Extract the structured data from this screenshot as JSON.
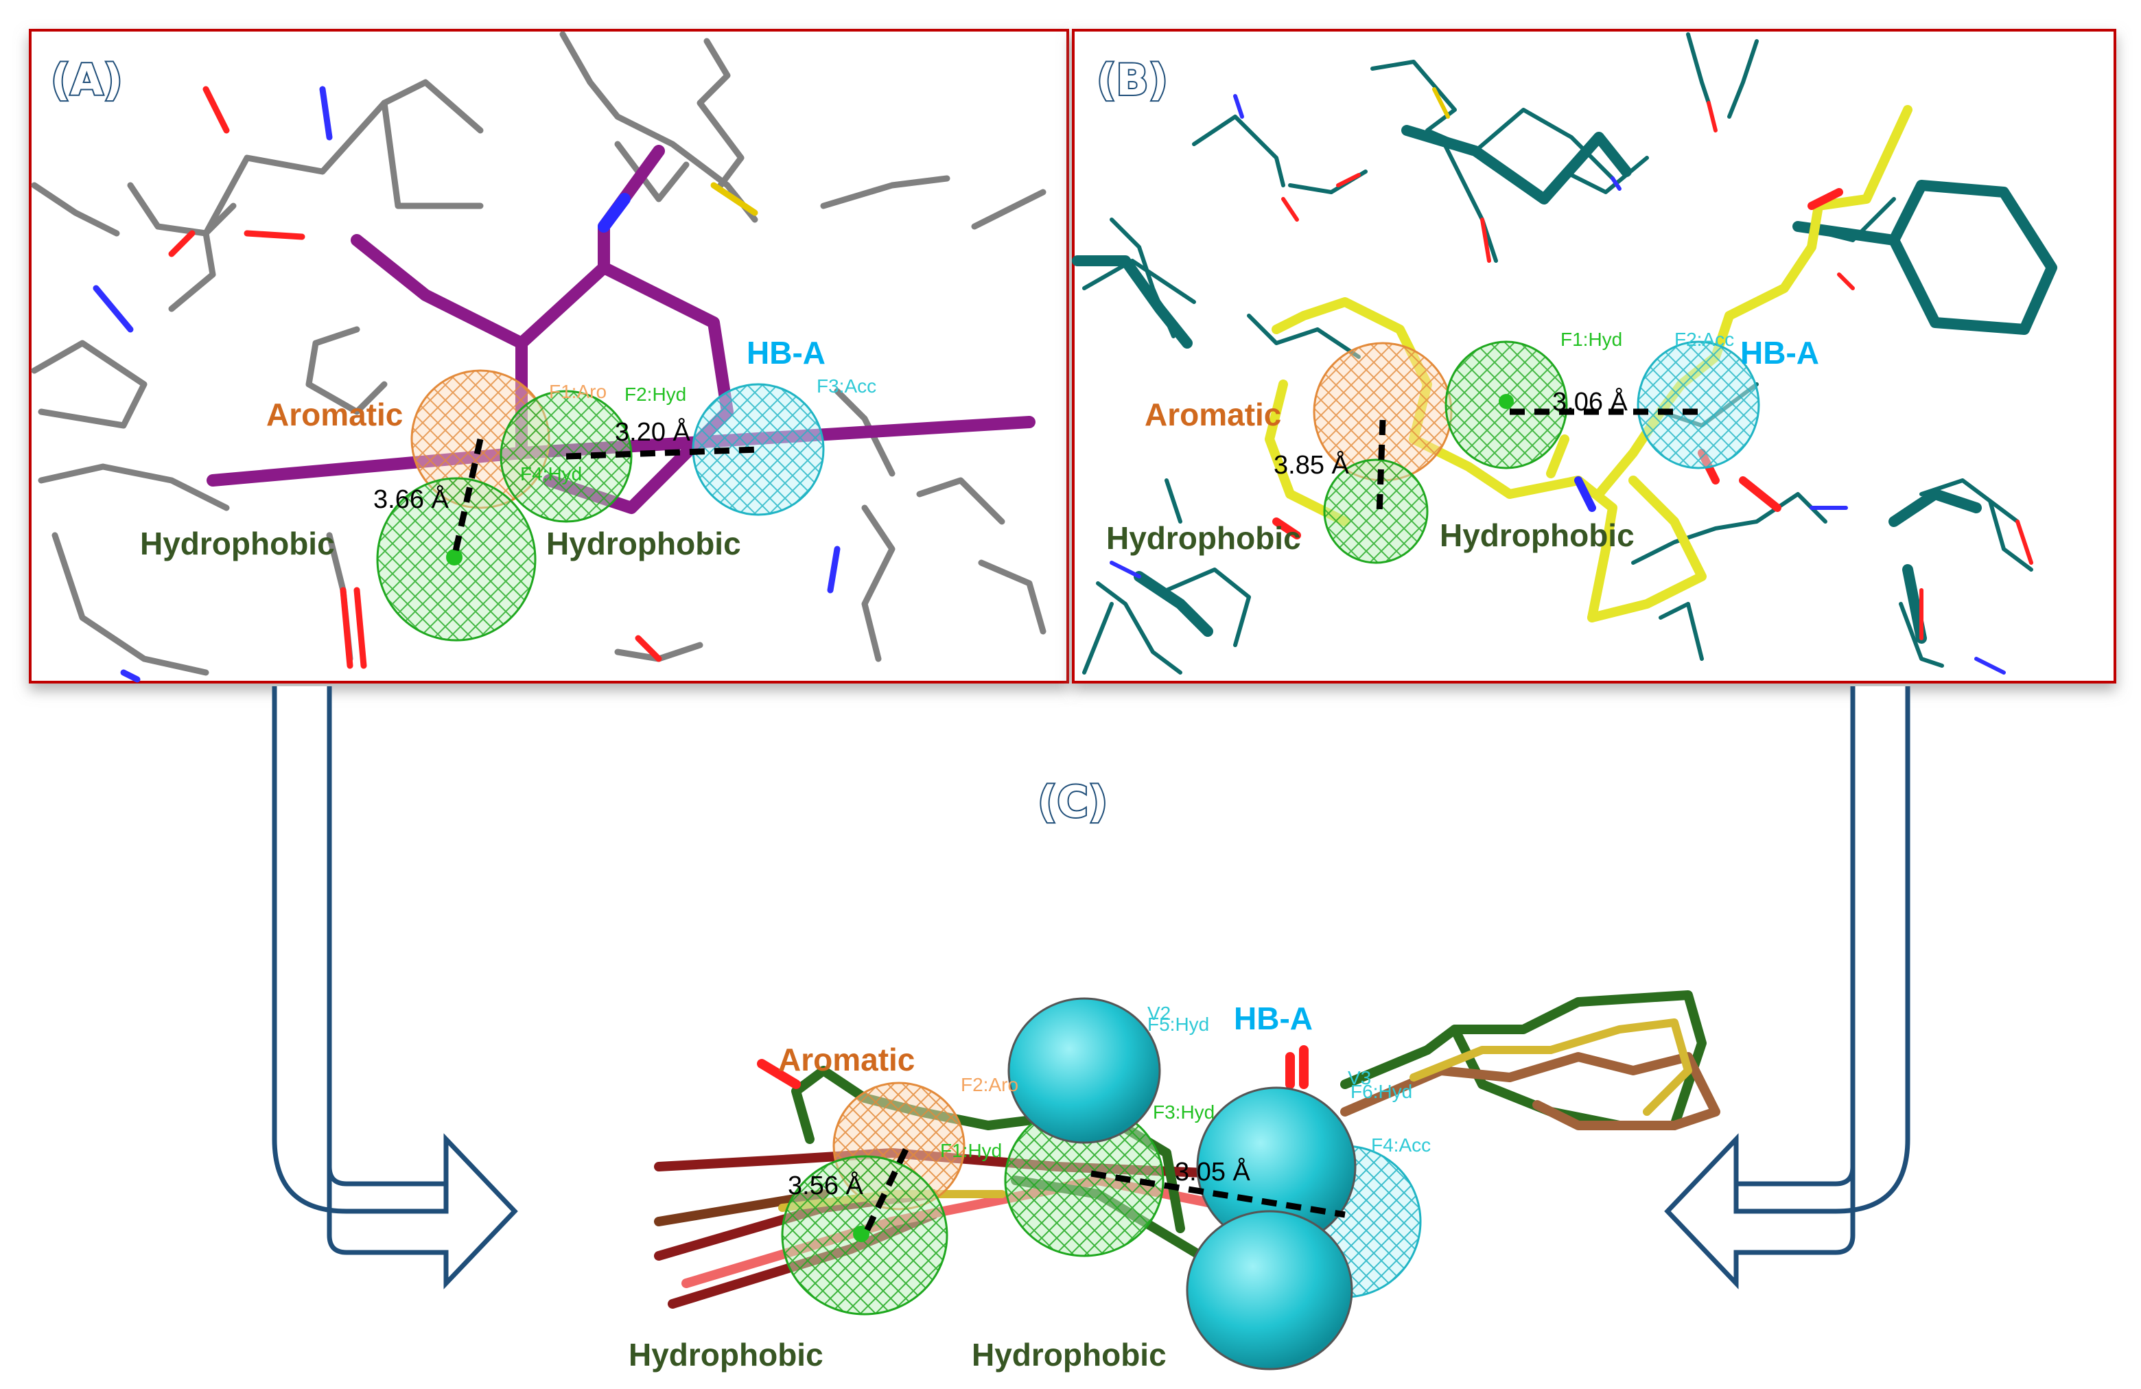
{
  "colors": {
    "panel_border": "#c00000",
    "arrow": "#1f4e79",
    "aromatic_label": "#d0691e",
    "hydrophobic_label": "#375623",
    "hba_label": "#00b0f0",
    "aromatic_sphere": "#f4a460",
    "hydrophobic_sphere": "#22c122",
    "acceptor_sphere": "#2fc9d6",
    "ligand_a": "#8b1a89",
    "ligand_b": "#e5e52a",
    "residue_a": "#777777",
    "residue_b": "#0e6c6c"
  },
  "panels": {
    "a": {
      "title": "(A)",
      "labels": {
        "aromatic": "Aromatic",
        "hydrophobic_left": "Hydrophobic",
        "hydrophobic_right": "Hydrophobic",
        "hba": "HB-A"
      },
      "tags": {
        "f1": "F1:Aro",
        "f2": "F2:Hyd",
        "f3": "F3:Acc",
        "f4": "F4:Hyd"
      },
      "distances": {
        "d1": "3.20 Å",
        "d2": "3.66 Å"
      }
    },
    "b": {
      "title": "(B)",
      "labels": {
        "aromatic": "Aromatic",
        "hydrophobic_left": "Hydrophobic",
        "hydrophobic_right": "Hydrophobic",
        "hba": "HB-A"
      },
      "tags": {
        "f1": "F1:Hyd",
        "f2": "F2:Acc"
      },
      "distances": {
        "d1": "3.06 Å",
        "d2": "3.85 Å"
      }
    },
    "c": {
      "title": "(C)",
      "labels": {
        "aromatic": "Aromatic",
        "hydrophobic_left": "Hydrophobic",
        "hydrophobic_right": "Hydrophobic",
        "hba": "HB-A"
      },
      "tags": {
        "f1": "F1:Hyd",
        "f2": "F2:Aro",
        "f3": "F3:Hyd",
        "f4": "F4:Acc",
        "f5": "F5:Hyd",
        "f6": "F6:Hyd",
        "v2": "V2",
        "v3": "V3"
      },
      "distances": {
        "d1": "3.05 Å",
        "d2": "3.56 Å"
      }
    }
  }
}
